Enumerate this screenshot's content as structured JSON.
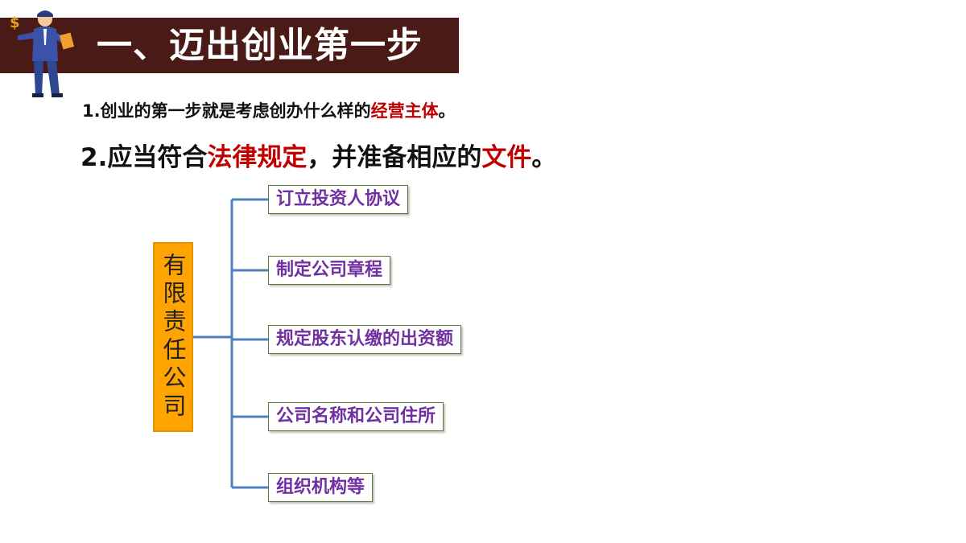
{
  "header": {
    "title": "一、迈出创业第一步"
  },
  "points": {
    "line1": {
      "prefix": "1.创业的第一步就是考虑创办什么样的",
      "highlight": "经营主体",
      "suffix": "。"
    },
    "line2": {
      "prefix": "2.应当符合",
      "highlight1": "法律规定",
      "middle": "，并准备相应的",
      "highlight2": "文件",
      "suffix": "。"
    }
  },
  "diagram": {
    "root": "有限责任公司",
    "branches": [
      "订立投资人协议",
      "制定公司章程",
      "规定股东认缴的出资额",
      "公司名称和公司住所",
      "组织机构等"
    ]
  },
  "colors": {
    "title_bar": "#4a1a17",
    "highlight": "#c00000",
    "root_fill": "#ffa400",
    "branch_text": "#7030a0",
    "connector": "#4f81bd"
  },
  "icons": [
    "businessman-figure",
    "dollar-sign-icon"
  ]
}
